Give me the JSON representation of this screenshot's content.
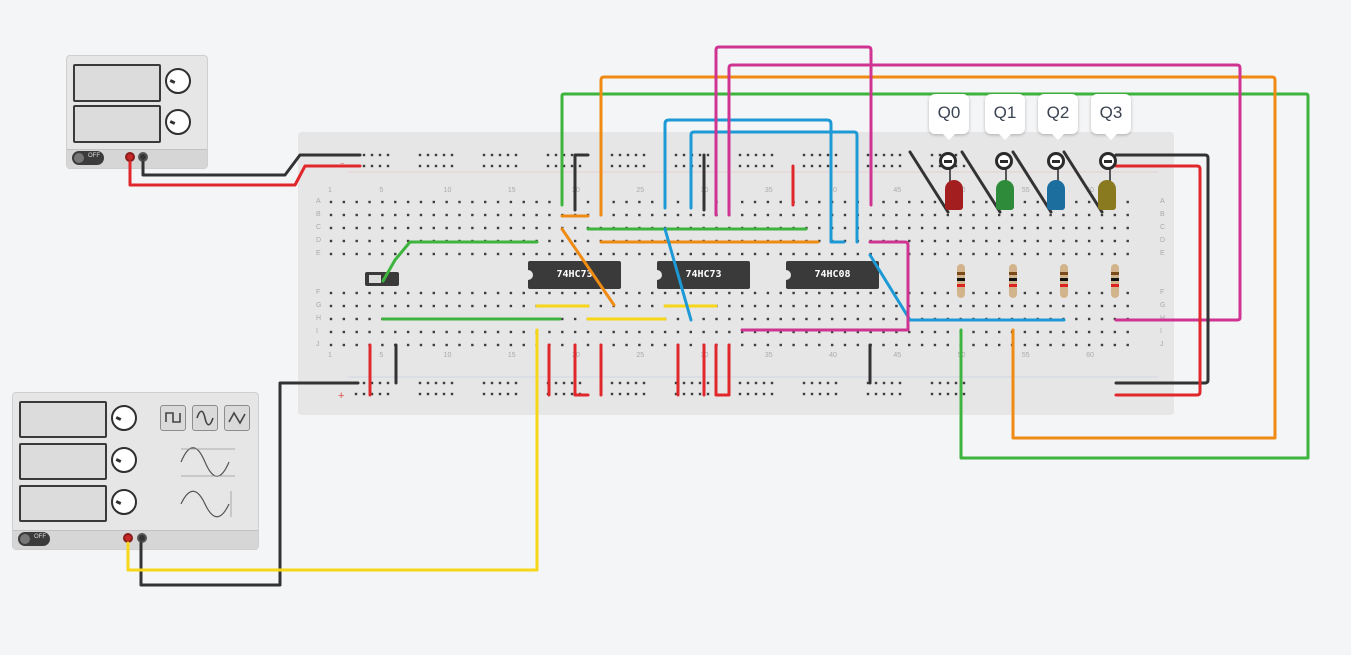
{
  "power_supply": {
    "switch_label": "OFF",
    "terminal_colors": {
      "positive": "#c62828",
      "negative": "#333333"
    }
  },
  "function_generator": {
    "switch_label": "OFF",
    "waveforms": [
      "square",
      "sine",
      "triangle"
    ]
  },
  "breadboard": {
    "column_numbers": [
      "1",
      "5",
      "10",
      "15",
      "20",
      "25",
      "30",
      "35",
      "40",
      "45",
      "50",
      "55",
      "60"
    ],
    "row_letters_top": [
      "A",
      "B",
      "C",
      "D",
      "E"
    ],
    "row_letters_bottom": [
      "F",
      "G",
      "H",
      "I",
      "J"
    ],
    "rail_plus": "+",
    "rail_minus": "−"
  },
  "chips": [
    {
      "label": "74HC73"
    },
    {
      "label": "74HC73"
    },
    {
      "label": "74HC08"
    }
  ],
  "outputs": [
    {
      "label": "Q0",
      "led_color": "#a31f1f"
    },
    {
      "label": "Q1",
      "led_color": "#2e8b3a"
    },
    {
      "label": "Q2",
      "led_color": "#1c6e9e"
    },
    {
      "label": "Q3",
      "led_color": "#8a7a1f"
    }
  ],
  "wire_colors": {
    "red": "#e0282c",
    "black": "#333333",
    "green": "#3db43d",
    "orange": "#ef8a13",
    "magenta": "#cf3493",
    "blue": "#1d9ad6",
    "yellow": "#f6d617"
  }
}
